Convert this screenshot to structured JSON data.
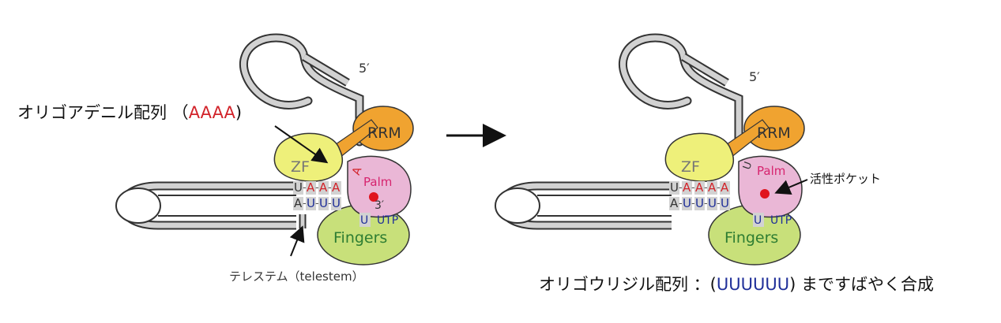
{
  "left_panel": {
    "oligo_label": {
      "prefix": "オリゴアデニル配列 （",
      "seq": "AAAA",
      "suffix": ")"
    },
    "five_prime": "5′",
    "three_prime": "3′",
    "domains": {
      "rrm": "RRM",
      "zf": "ZF",
      "palm": "Palm",
      "fingers": "Fingers"
    },
    "top_strand": [
      "U",
      "A",
      "A",
      "A"
    ],
    "bottom_strand": [
      "A",
      "U",
      "U",
      "U"
    ],
    "extra_base": "A",
    "utp": {
      "base": "U",
      "label": "UTP"
    },
    "telestem_label": "テレステム（telestem）"
  },
  "arrow": "→",
  "right_panel": {
    "five_prime": "5′",
    "domains": {
      "rrm": "RRM",
      "zf": "ZF",
      "palm": "Palm",
      "fingers": "Fingers"
    },
    "top_strand": [
      "U",
      "A",
      "A",
      "A",
      "A"
    ],
    "bottom_strand": [
      "A",
      "U",
      "U",
      "U",
      "U"
    ],
    "extra_base": "U",
    "utp": {
      "base": "U",
      "label": "UTP"
    },
    "active_site_label": "活性ポケット",
    "caption": {
      "prefix": "オリゴウリジル配列 ：(",
      "seq": "UUUUUU",
      "suffix": ") まですばやく合成"
    }
  },
  "colors": {
    "adenine": "#d2232a",
    "uridine": "#1f2f99",
    "rrm": "#f0a330",
    "zf": "#eef07a",
    "palm": "#eab7d6",
    "fingers": "#c8e07a",
    "fingers_text": "#2e7d32",
    "palm_text": "#d6246e",
    "active_dot": "#e0141e",
    "rna_fill": "#d2d2d2"
  }
}
